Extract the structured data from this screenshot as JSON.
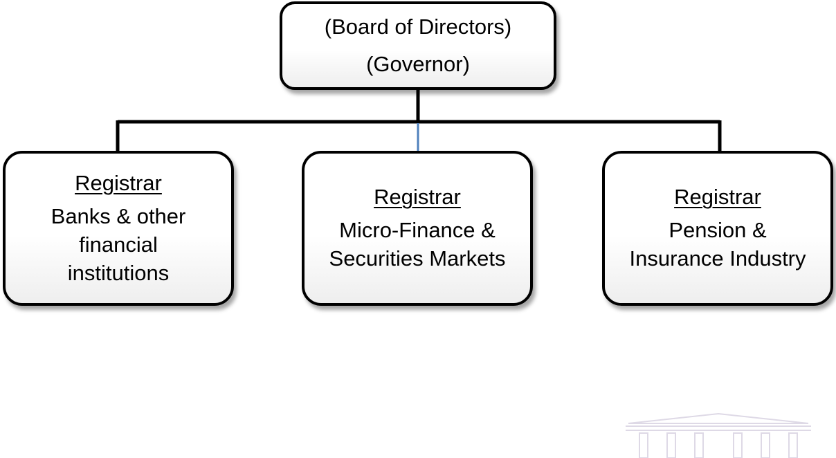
{
  "root": {
    "line1": "(Board of Directors)",
    "line2": "(Governor)"
  },
  "children": [
    {
      "heading": "Registrar",
      "lines": [
        "Banks & other",
        "financial",
        "institutions"
      ]
    },
    {
      "heading": "Registrar",
      "lines": [
        "Micro-Finance &",
        "Securities Markets"
      ]
    },
    {
      "heading": "Registrar",
      "lines": [
        "Pension &",
        "Insurance Industry"
      ]
    }
  ],
  "colors": {
    "border": "#000000",
    "connector": "#000000",
    "center_connector": "#4f81bd",
    "background": "#ffffff"
  }
}
